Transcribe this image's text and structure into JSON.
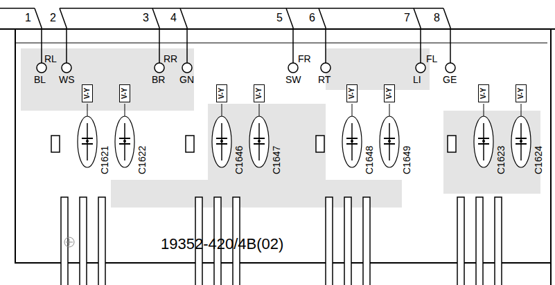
{
  "diagram": {
    "nodes": [
      {
        "text": [
          "V-Y"
        ]
      },
      {
        "text": [
          "V-Y"
        ]
      },
      {
        "text": [
          "V-Y"
        ]
      },
      {
        "text": [
          "V-Y"
        ]
      },
      {
        "text": [
          "V-Y"
        ]
      },
      {
        "text": [
          "V-Y"
        ]
      },
      {
        "text": [
          "V-Y"
        ]
      },
      {
        "text": [
          "V-Y"
        ]
      }
    ],
    "labels": [
      "1",
      "2",
      "3",
      "4",
      "5",
      "6",
      "7",
      "8",
      "RL",
      "RR",
      "FR",
      "FL",
      "BL",
      "WS",
      "BR",
      "GN",
      "SW",
      "RT",
      "LI",
      "GE",
      "C1621",
      "C1622",
      "C1646",
      "C1647",
      "C1648",
      "C1649",
      "C1623",
      "C1624",
      "19352-420/4B(02)"
    ]
  }
}
